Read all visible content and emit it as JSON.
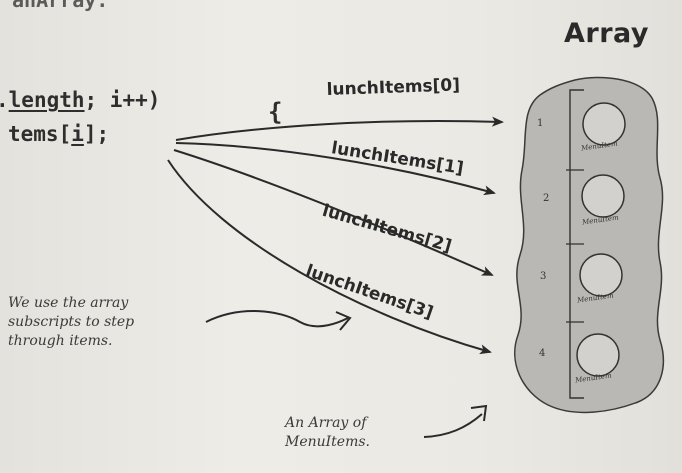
{
  "code": {
    "top_cut": "ahArray:",
    "line1_prefix": ".",
    "line1_length": "length",
    "line1_rest": "; i++)",
    "line1_brace": "{",
    "line2_prefix": "tems[",
    "line2_index": "i",
    "line2_rest": "];"
  },
  "array": {
    "title": "Array",
    "slots": [
      {
        "index": "1",
        "item": "MenuItem"
      },
      {
        "index": "2",
        "item": "MenuItem"
      },
      {
        "index": "3",
        "item": "MenuItem"
      },
      {
        "index": "4",
        "item": "MenuItem"
      }
    ]
  },
  "arrow_labels": [
    "lunchItems[0]",
    "lunchItems[1]",
    "lunchItems[2]",
    "lunchItems[3]"
  ],
  "notes": {
    "subscripts": [
      "We use the array",
      "subscripts to step",
      "through items."
    ],
    "array_of": [
      "An Array of",
      "MenuItems."
    ]
  },
  "colors": {
    "background": "#ebe9e4",
    "blob_fill": "#b9b8b4",
    "ink": "#2a2a2a"
  }
}
